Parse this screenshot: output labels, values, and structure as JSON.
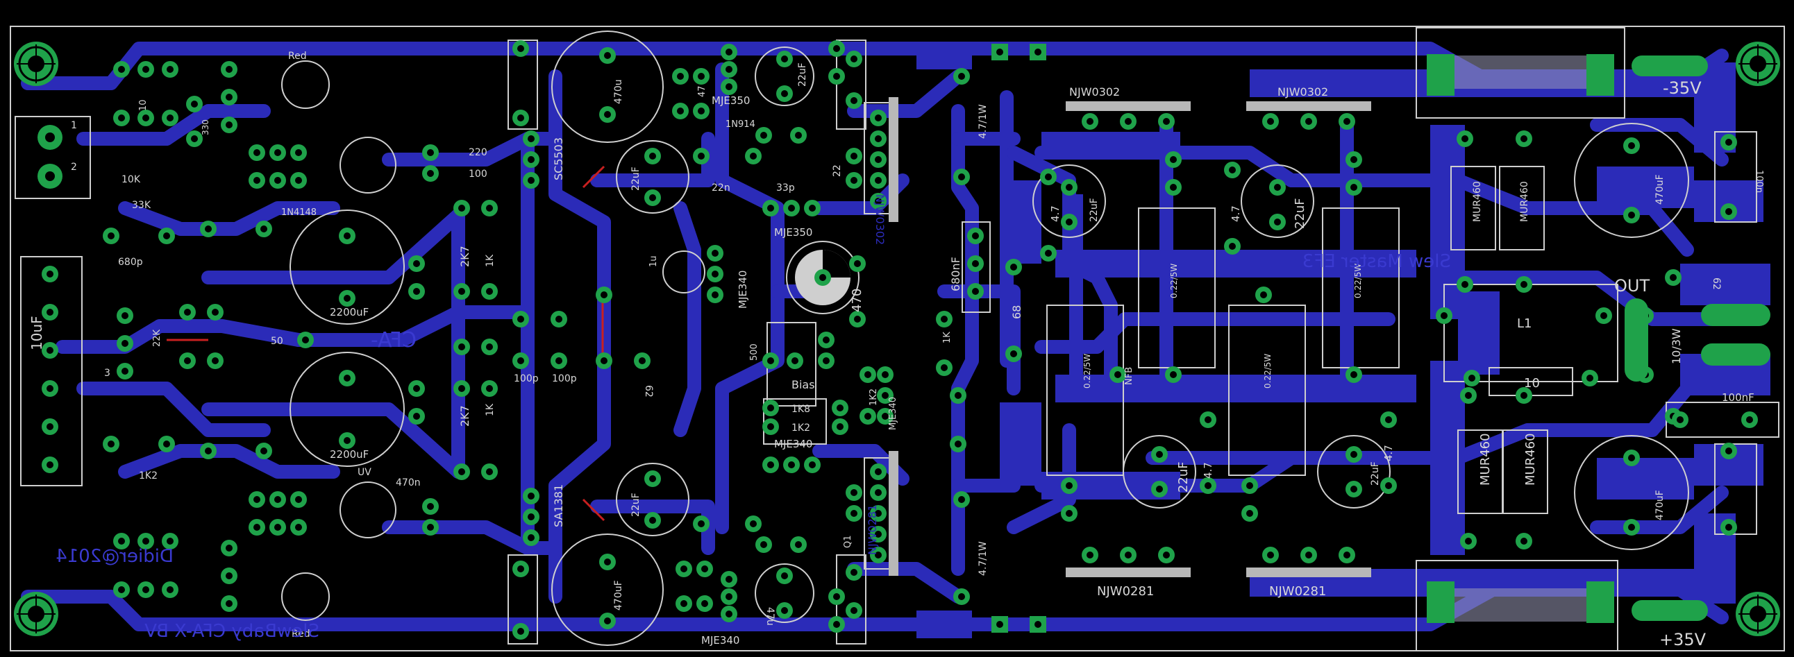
{
  "colors": {
    "background": "#000000",
    "trace": "#2b2bb8",
    "pad": "#1fa24a",
    "silk": "#d8d8d8",
    "outline": "#cfcfcf",
    "bottom_text": "#3a3ad0"
  },
  "board": {
    "credit": "Didier@2014",
    "name": "SlewBaby CFA-X BV",
    "stage_label": "CFA-",
    "output_title": "Slew Master EF3"
  },
  "rails": {
    "neg": "-35V",
    "pos": "+35V",
    "out": "OUT"
  },
  "labels": {
    "red_top": "Red",
    "red_bot": "Red",
    "c10uf": "10uF",
    "c680p": "680p",
    "c2200_top": "2200uF",
    "c2200_bot": "2200uF",
    "c470u_top": "470u",
    "c470u_bot": "470uF",
    "c22uf_a": "22uF",
    "c22uf_b": "22uF",
    "c22uf_c": "22uF",
    "c22uf_d": "22uF",
    "c22uf_e": "22uF",
    "c22uf_f": "22uF",
    "c470uf_r1": "470uF",
    "c470uf_r2": "470uF",
    "mje350_top": "MJE350",
    "mje350_mid": "MJE350",
    "mje340_a": "MJE340",
    "mje340_b": "MJE340",
    "mje340_c": "MJE340",
    "mje340_bot": "MJE340",
    "njw0302_a": "NJW0302",
    "njw0302_b": "NJW0302",
    "njw0302_v": "NJW0302",
    "njw0281_a": "NJW0281",
    "njw0281_b": "NJW0281",
    "njw0281_v": "NJW0281",
    "sc5503": "SC5503",
    "sa1381": "SA1381",
    "r4w_top": "4.7/1W",
    "r4w_bot": "4.7/1W",
    "c680nf": "680nF",
    "r68": "68",
    "r2k7_a": "2K7",
    "r2k7_b": "2K7",
    "r1k_a": "1K",
    "r1k_b": "1K",
    "r1k_c": "1K",
    "r1k8": "1K8",
    "r1k2_a": "1K2",
    "r1k2_b": "1K2",
    "r1k2_c": "1K2",
    "r470": "470",
    "r500": "500",
    "bias": "Bias",
    "nfb": "NFB",
    "r47_a": "4.7",
    "r47_b": "4.7",
    "r47_c": "4.7",
    "r47_d": "4.7",
    "r022_a": "0.22/5W",
    "r022_b": "0.22/5W",
    "r022_c": "0.22/5W",
    "r022_d": "0.22/5W",
    "mur_a": "MUR460",
    "mur_b": "MUR460",
    "mur_c": "MUR460",
    "mur_d": "MUR460",
    "l1": "L1",
    "r10_out": "10",
    "r10_3w": "10/3W",
    "c100nf": "100nF",
    "r62": "62",
    "r62b": "62",
    "c100n": "100n",
    "c33p": "33p",
    "c22n": "22n",
    "c22": "22",
    "c1u": "1u",
    "c100p_a": "100p",
    "c100p_b": "100p",
    "r220": "220",
    "r100": "100",
    "r10k": "10K",
    "r33k": "33K",
    "r50": "50",
    "r22k": "22K",
    "d1n4148": "1N4148",
    "d1n914": "1N914",
    "q1": "Q1",
    "uv": "UV",
    "r330": "330",
    "r1": "1",
    "r2": "2",
    "r3": "3",
    "r10": "10",
    "r47": "47",
    "c47u": "47u",
    "c22u": "22uF",
    "c47n": "470n"
  }
}
